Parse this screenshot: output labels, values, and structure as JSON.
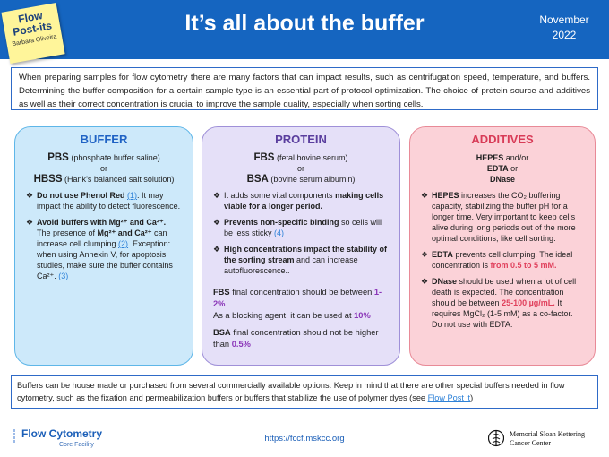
{
  "header": {
    "sticky_line1": "Flow",
    "sticky_line2": "Post-its",
    "author": "Barbara Oliveira",
    "title": "It’s all about the buffer",
    "date_month": "November",
    "date_year": "2022"
  },
  "intro": "When preparing samples for flow cytometry there are many factors that can impact results, such as centrifugation speed, temperature, and buffers. Determining the buffer composition for a certain sample type is an essential part of protocol optimization. The choice of protein source and additives as well as their correct concentration is crucial to improve the sample quality, especially when sorting cells.",
  "buffer": {
    "title": "BUFFER",
    "pbs": "PBS",
    "pbs_desc": "(phosphate buffer saline)",
    "or": "or",
    "hbss": "HBSS",
    "hbss_desc": "(Hank’s balanced salt solution)",
    "b1_bold": "Do not use Phenol Red",
    "b1_ref": "(1)",
    "b1_text": ". It may impact the ability to detect fluorescence.",
    "b2_bold": "Avoid buffers with Mg²⁺ and Ca²⁺.",
    "b2_text1": " The presence of ",
    "b2_bold2": "Mg²⁺ and Ca²⁺",
    "b2_text2": " can increase cell clumping ",
    "b2_ref1": "(2)",
    "b2_text3": ". Exception: when using Annexin V, for apoptosis studies, make sure the buffer contains Ca²⁺. ",
    "b2_ref2": "(3)"
  },
  "protein": {
    "title": "PROTEIN",
    "fbs": "FBS",
    "fbs_desc": "(fetal bovine serum)",
    "or": "or",
    "bsa": "BSA",
    "bsa_desc": "(bovine serum albumin)",
    "b1_text": "It adds some vital components ",
    "b1_bold": "making cells viable for a longer period.",
    "b2_bold": "Prevents non-specific binding",
    "b2_text": " so cells will be less sticky ",
    "b2_ref": "(4)",
    "b3_bold": "High concentrations impact the stability of the sorting stream",
    "b3_text": " and can increase autofluorescence..",
    "fbs_conc_label": "FBS",
    "fbs_conc_text": " final concentration should be between ",
    "fbs_conc_value": "1-2%",
    "fbs_block_text": "As a blocking agent, it can be used at ",
    "fbs_block_value": "10%",
    "bsa_conc_label": "BSA",
    "bsa_conc_text": " final concentration should not be higher than ",
    "bsa_conc_value": "0.5%"
  },
  "additives": {
    "title": "ADDITIVES",
    "hepes_line": "HEPES",
    "and_or": " and/or",
    "edta_line": "EDTA",
    "or": " or",
    "dnase_line": "DNase",
    "b1_bold": "HEPES",
    "b1_text": " increases the CO₂ buffering capacity, stabilizing the buffer pH for a longer time. Very important to keep cells alive during long periods out of the more optimal conditions, like cell sorting.",
    "b2_bold": "EDTA",
    "b2_text": " prevents cell clumping. The ideal concentration is ",
    "b2_value": "from 0.5 to 5 mM.",
    "b3_bold": "DNase",
    "b3_text": " should be used when a lot of cell death is expected. The concentration should be between ",
    "b3_value": "25-100 µg/mL.",
    "b3_text2": " It requires MgCl₂ (1-5 mM) as a co-factor. Do not use with EDTA."
  },
  "footnote": {
    "text": "Buffers can be house made or purchased from several commercially available options. Keep in mind that there are other special buffers needed in flow cytometry,  such as the fixation and permeabilization  buffers or buffers that  stabilize the use of  polymer dyes (see ",
    "link": "Flow Post it",
    "end": ")"
  },
  "footer": {
    "logo_left_title": "Flow Cytometry",
    "logo_left_sub": "Core Facility",
    "url": "https://fccf.mskcc.org",
    "logo_right_1": "Memorial Sloan Kettering",
    "logo_right_2": "Cancer Center"
  },
  "colors": {
    "header_blue": "#1565c0",
    "buffer_bg": "#cde9fa",
    "protein_bg": "#e5e0f8",
    "additives_bg": "#fbd2d8"
  }
}
